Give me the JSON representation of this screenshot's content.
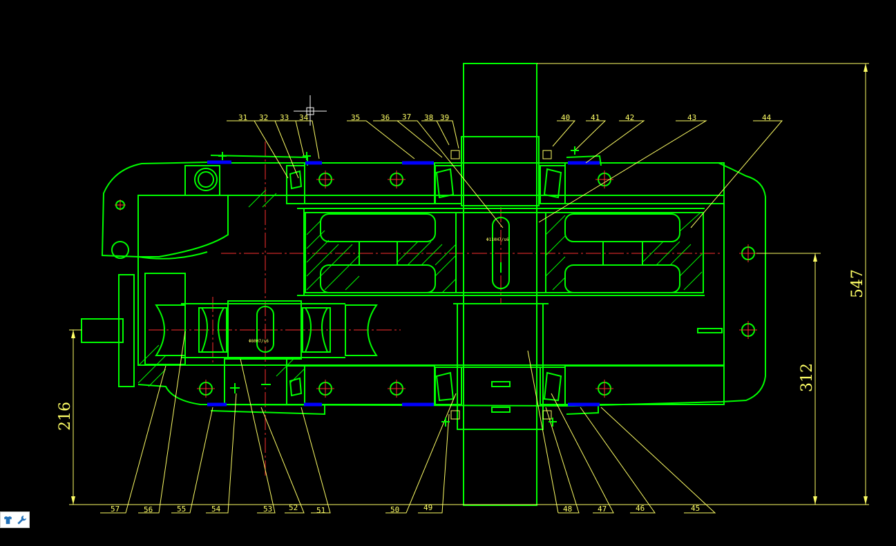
{
  "colors": {
    "background": "#000000",
    "outline": "#00ff00",
    "leader": "#ffff66",
    "centerline": "#ff3030",
    "seal": "#0000ff"
  },
  "drawing": {
    "part_labels_top": [
      "31",
      "32",
      "33",
      "34",
      "35",
      "36",
      "37",
      "38",
      "39",
      "40",
      "41",
      "42",
      "43",
      "44"
    ],
    "part_labels_bottom": [
      "57",
      "56",
      "55",
      "54",
      "53",
      "52",
      "51",
      "50",
      "49",
      "48",
      "47",
      "46",
      "45"
    ],
    "dimensions": {
      "overall_height": "547",
      "output_center_height": "312",
      "input_center_height": "216"
    },
    "fit_notes": [
      "Φ110H7/s6",
      "Φ80H7/s6"
    ]
  },
  "toolbar": {
    "icons": [
      "shirt-icon",
      "wrench-icon"
    ]
  }
}
